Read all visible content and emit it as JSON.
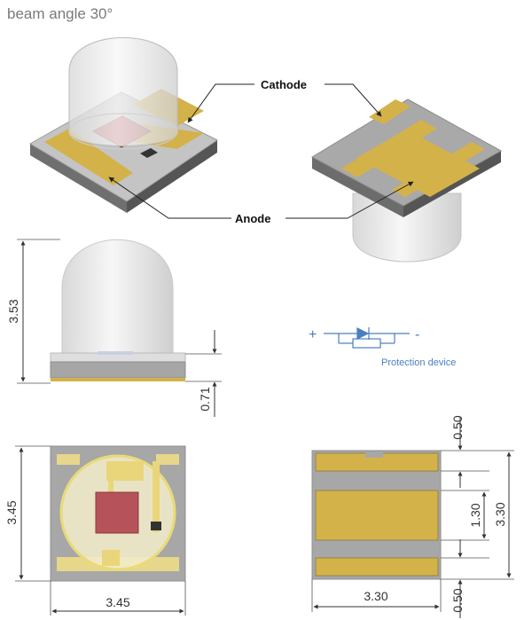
{
  "title": "beam angle 30°",
  "labels": {
    "cathode": "Cathode",
    "anode": "Anode",
    "protection_device": "Protection device",
    "plus": "+",
    "minus": "-"
  },
  "dimensions": {
    "height_total": "3.53",
    "base_height": "0.71",
    "width_bottom": "3.45",
    "height_bottom": "3.45",
    "pad_width": "3.30",
    "pad_height": "3.30",
    "pad_center": "1.30",
    "pad_edge_top": "0.50",
    "pad_edge_bottom": "0.50"
  },
  "colors": {
    "pad_gold": "#d4b24a",
    "die_red": "#b5525a",
    "dome_white": "#eeeeee",
    "substrate_gray": "#a7a7a7",
    "symbol_blue": "#4a7fc1"
  }
}
